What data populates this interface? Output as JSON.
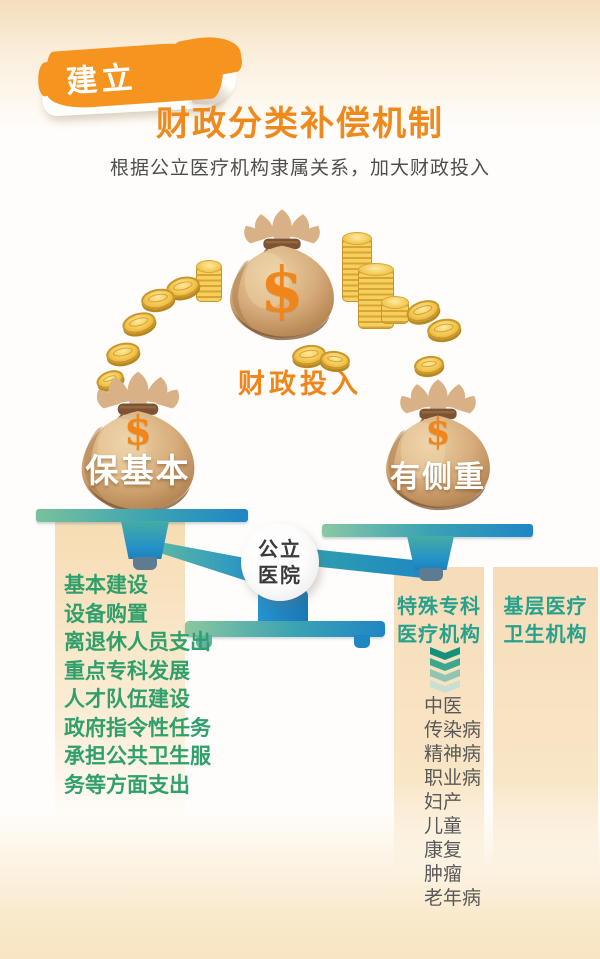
{
  "colors": {
    "accent_orange": "#F0891C",
    "banner_orange": "#F5941F",
    "green_list_text": "#2FA06B",
    "teal_heading_text": "#27A18C",
    "scale_blue": "#1F86C4",
    "scale_green": "#8CC79E",
    "column_tan": "#F6DCB4",
    "coin_gold": "#F3C64D",
    "bag_tan": "#D2A876",
    "right_list_gray": "#595959"
  },
  "header": {
    "badge": "建立",
    "title": "财政分类补偿机制",
    "subtitle": "根据公立医疗机构隶属关系，加大财政投入"
  },
  "center_bag": {
    "dollar": "$",
    "label": "财政投入"
  },
  "scale": {
    "left_bag": {
      "dollar": "$",
      "label": "保基本"
    },
    "right_bag": {
      "dollar": "$",
      "label": "有侧重"
    },
    "fulcrum": {
      "line1": "公立",
      "line2": "医院"
    }
  },
  "left_panel": {
    "lines": [
      "基本建设",
      "设备购置",
      "离退休人员支出",
      "重点专科发展",
      "人才队伍建设",
      "政府指令性任务",
      "承担公共卫生服",
      "务等方面支出"
    ]
  },
  "right_panel": {
    "column_a": {
      "line1": "特殊专科",
      "line2": "医疗机构"
    },
    "column_b": {
      "line1": "基层医疗",
      "line2": "卫生机构"
    },
    "items": [
      "中医",
      "传染病",
      "精神病",
      "职业病",
      "妇产",
      "儿童",
      "康复",
      "肿瘤",
      "老年病"
    ]
  }
}
